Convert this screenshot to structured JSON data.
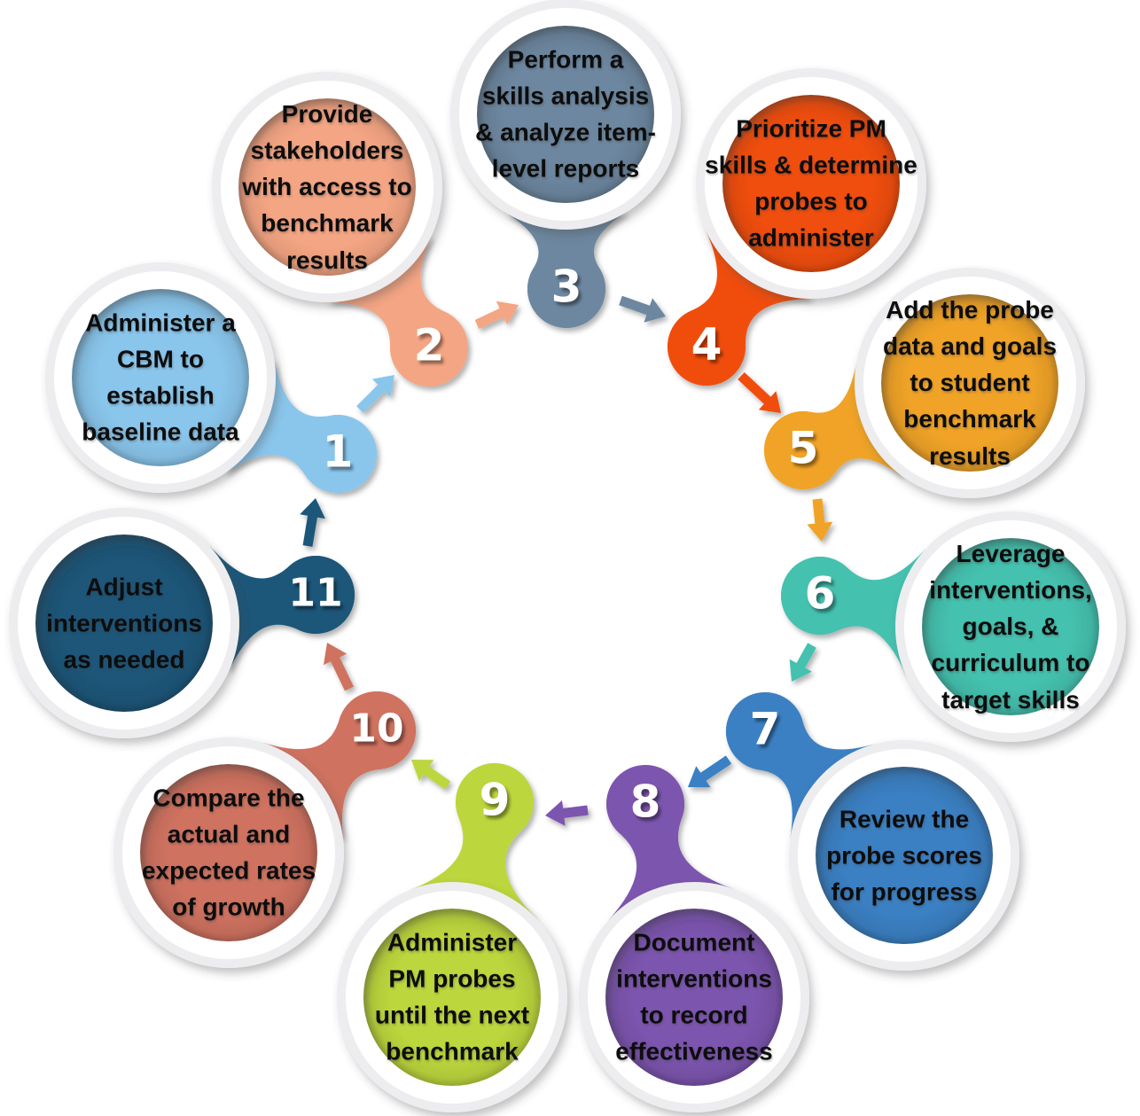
{
  "diagram": {
    "background_color": "#ffffff",
    "label_text_color": "#0d0d0d",
    "number_text_color": "#ffffff",
    "steps": [
      {
        "number": "1",
        "color": "#8AC6EC",
        "label": "Administer a\nCBM to\nestablish\nbaseline data"
      },
      {
        "number": "2",
        "color": "#F4A583",
        "label": "Provide\nstakeholders\nwith access to\nbenchmark\nresults"
      },
      {
        "number": "3",
        "color": "#6D87A0",
        "label": "Perform a\nskills analysis\n& analyze item-\nlevel reports"
      },
      {
        "number": "4",
        "color": "#F04E0E",
        "label": "Prioritize PM\nskills & determine\nprobes to\nadminister"
      },
      {
        "number": "5",
        "color": "#F0A327",
        "label": "Add the probe\ndata and goals\nto student\nbenchmark\nresults"
      },
      {
        "number": "6",
        "color": "#45C1AF",
        "label": "Leverage\ninterventions,\ngoals, &\ncurriculum to\ntarget skills"
      },
      {
        "number": "7",
        "color": "#3B80C3",
        "label": "Review the\nprobe scores\nfor progress"
      },
      {
        "number": "8",
        "color": "#7C55AE",
        "label": "Document\ninterventions\nto record\neffectiveness"
      },
      {
        "number": "9",
        "color": "#BCD63D",
        "label": "Administer\nPM probes\nuntil the next\nbenchmark"
      },
      {
        "number": "10",
        "color": "#CF7260",
        "label": "Compare the\nactual and\nexpected rates\nof growth"
      },
      {
        "number": "11",
        "color": "#1D5679",
        "label": "Adjust\ninterventions\nas needed"
      }
    ]
  }
}
